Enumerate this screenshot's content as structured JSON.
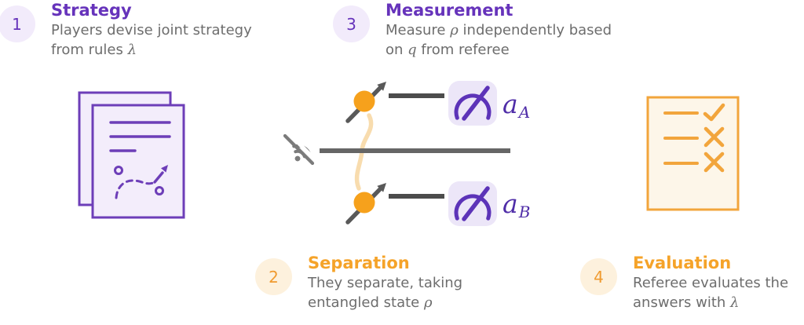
{
  "figure": {
    "type": "four-step quantum nonlocal game process diagram",
    "background": "#ffffff"
  },
  "palette": {
    "purple": "#6633bb",
    "purple_badge_bg": "#f2ebfb",
    "orange": "#f5a329",
    "orange_badge_bg": "#fdf1dd",
    "body_text_gray": "#6d6d6d",
    "wire_gray": "#4c4c4c",
    "divider_gray": "#666666",
    "wifi_gray": "#7b7b7b",
    "qubit_orange": "#f6a11c",
    "entanglement_tan": "#f8dcae",
    "gauge_purple": "#5c33b8",
    "gauge_bg": "#ece6f8",
    "meter_label_purple": "#4f2da8",
    "document_border_purple": "#6d3eb8",
    "document_fill": "#f3edfb",
    "checklist_orange": "#f2a53c",
    "checklist_fill": "#fdf6e9"
  },
  "steps": [
    {
      "number": "1",
      "theme": "purple",
      "title": "Strategy",
      "lines": [
        [
          {
            "t": "Players devise joint strategy"
          }
        ],
        [
          {
            "t": "from rules "
          },
          {
            "t": "λ",
            "math": true
          }
        ]
      ]
    },
    {
      "number": "2",
      "theme": "orange",
      "title": "Separation",
      "lines": [
        [
          {
            "t": "They separate, taking"
          }
        ],
        [
          {
            "t": "entangled state "
          },
          {
            "t": "ρ",
            "math": true
          }
        ]
      ]
    },
    {
      "number": "3",
      "theme": "purple",
      "title": "Measurement",
      "lines": [
        [
          {
            "t": "Measure "
          },
          {
            "t": "ρ",
            "math": true
          },
          {
            "t": " independently based"
          }
        ],
        [
          {
            "t": "on "
          },
          {
            "t": "q",
            "math": true
          },
          {
            "t": " from referee"
          }
        ]
      ]
    },
    {
      "number": "4",
      "theme": "orange",
      "title": "Evaluation",
      "lines": [
        [
          {
            "t": "Referee evaluates the"
          }
        ],
        [
          {
            "t": "answers with "
          },
          {
            "t": "λ",
            "math": true
          }
        ]
      ]
    }
  ],
  "diagram": {
    "meter_labels": [
      {
        "base": "a",
        "sub": "A"
      },
      {
        "base": "a",
        "sub": "B"
      }
    ],
    "icons": [
      "strategy-documents-icon",
      "wifi-off-icon",
      "qubit-spin-icon",
      "entanglement-curve",
      "measure-gauge-icon",
      "checklist-icon"
    ],
    "checklist_marks": [
      "check",
      "cross",
      "cross"
    ]
  }
}
